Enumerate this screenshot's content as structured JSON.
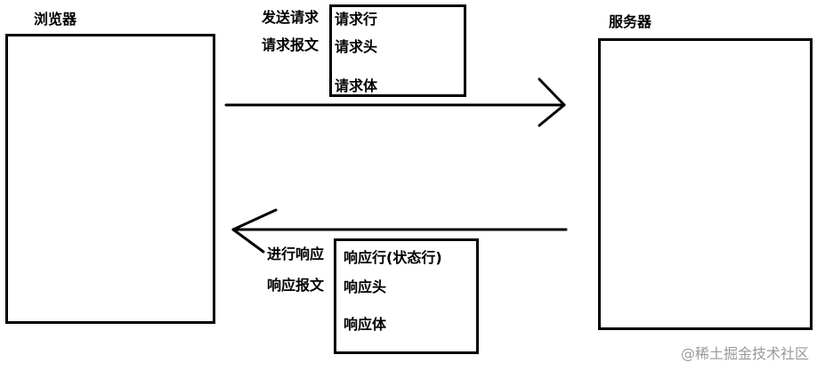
{
  "browser": {
    "label": "浏览器"
  },
  "server": {
    "label": "服务器"
  },
  "request": {
    "side_labels": [
      "发送请求",
      "请求报文"
    ],
    "parts": [
      "请求行",
      "请求头",
      "请求体"
    ]
  },
  "response": {
    "side_labels": [
      "进行响应",
      "响应报文"
    ],
    "parts": [
      "响应行(状态行)",
      "响应头",
      "响应体"
    ]
  },
  "watermark": "@稀土掘金技术社区"
}
